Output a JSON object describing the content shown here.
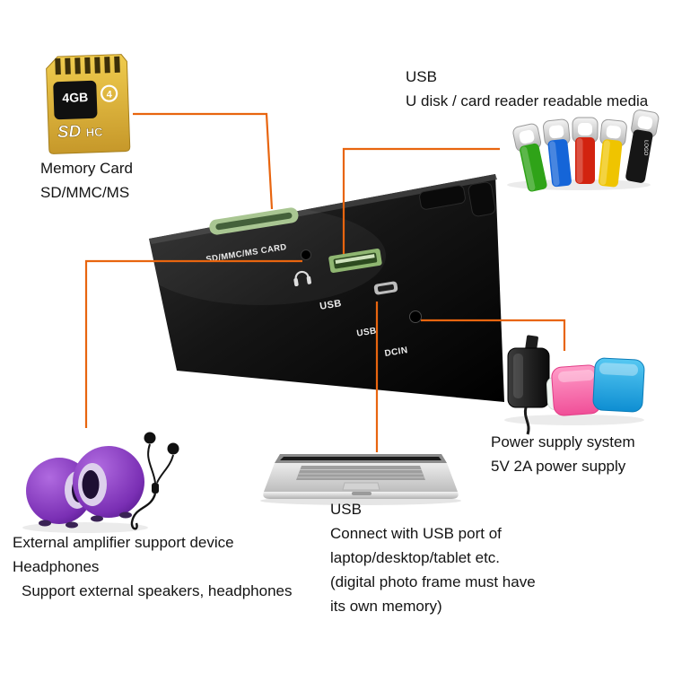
{
  "accent_color": "#e8650f",
  "memory_card": {
    "title": "Memory Card",
    "subtitle": "SD/MMC/MS",
    "card_capacity": "4GB",
    "card_logo_top": "SD",
    "card_logo_bottom": "HC",
    "card_class": "4"
  },
  "usb_media": {
    "title": "USB",
    "subtitle": "U disk / card reader readable media",
    "drive_label": "LOGO"
  },
  "device_ports": {
    "sd_slot": "SD/MMC/MS CARD",
    "usb_host": "USB",
    "usb_mini": "USB",
    "dc_in": "DCIN"
  },
  "power": {
    "line1": "Power supply system",
    "line2": "5V 2A power supply"
  },
  "audio": {
    "line1": "External amplifier support device",
    "line2": "Headphones",
    "line3": "Support external speakers, headphones"
  },
  "computer": {
    "title": "USB",
    "line1": "Connect with USB port of",
    "line2": "laptop/desktop/tablet etc.",
    "line3": "(digital photo frame must have",
    "line4": "its own memory)"
  }
}
